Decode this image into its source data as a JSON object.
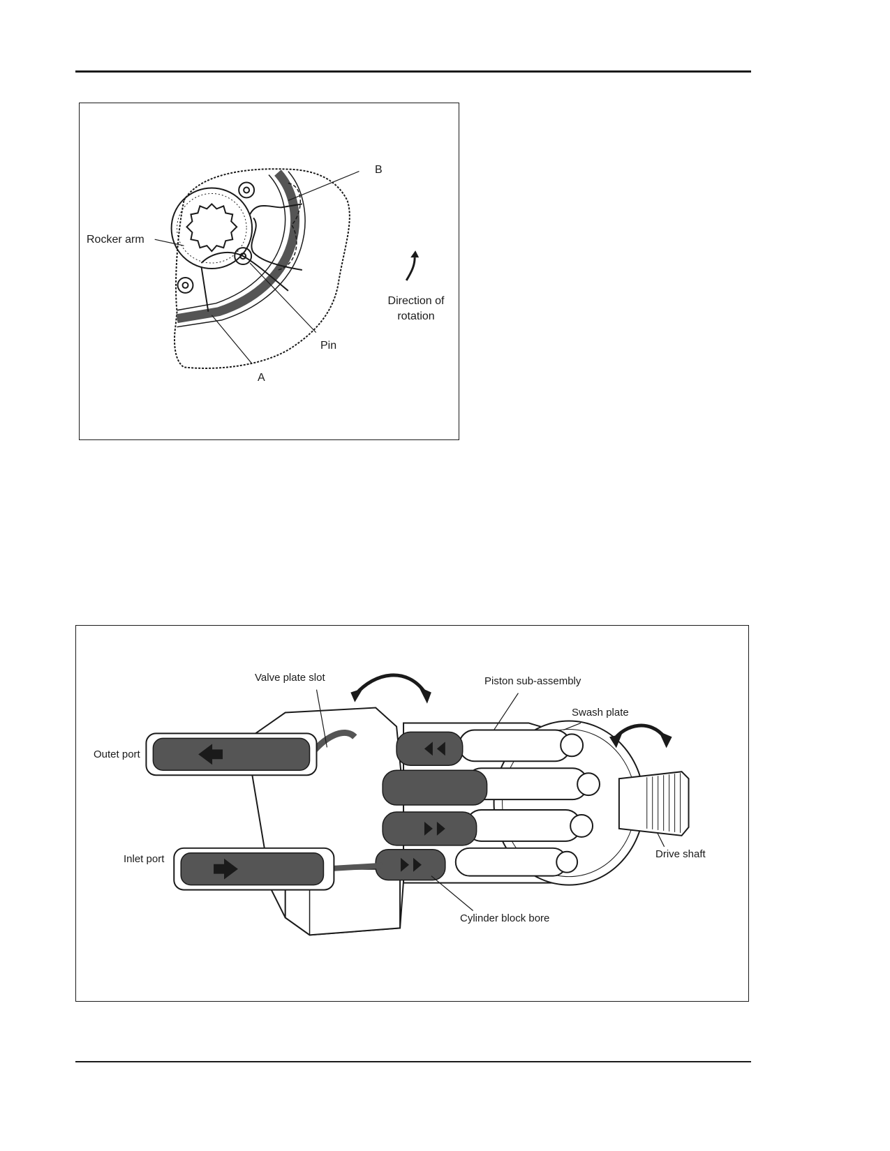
{
  "figure1": {
    "labels": {
      "b": "B",
      "rocker_arm": "Rocker arm",
      "direction_of_rotation_line1": "Direction of",
      "direction_of_rotation_line2": "rotation",
      "pin": "Pin",
      "a": "A"
    }
  },
  "figure2": {
    "labels": {
      "valve_plate_slot": "Valve plate slot",
      "piston_sub_assembly": "Piston sub-assembly",
      "swash_plate": "Swash plate",
      "outlet_port": "Outet port",
      "inlet_port": "Inlet port",
      "drive_shaft": "Drive shaft",
      "cylinder_block_bore": "Cylinder block bore"
    }
  },
  "colors": {
    "ink": "#1a1a1a",
    "shade": "#555555",
    "paper": "#ffffff"
  }
}
